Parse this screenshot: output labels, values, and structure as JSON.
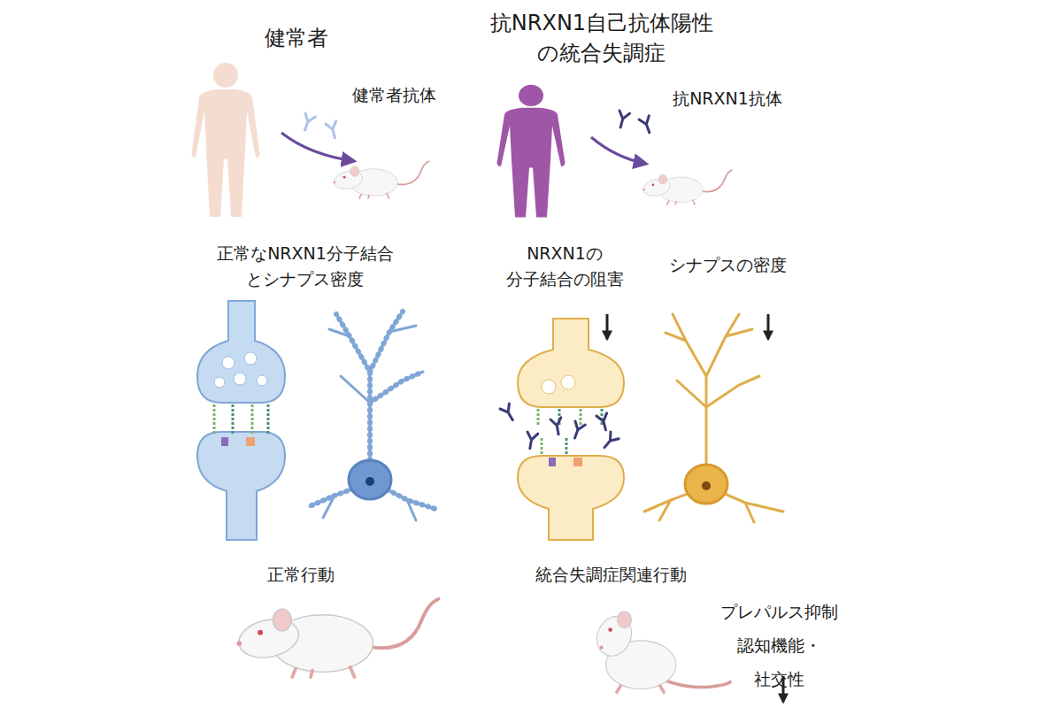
{
  "diagram": {
    "labels": [
      "健常者",
      "抗NRXN1自己抗体陽性 の統合失調症",
      "健常者抗体",
      "抗NRXN1抗体",
      "正常なNRXN1分子結合 とシナプス密度",
      "NRXN1の 分子結合の阻害",
      "シナプスの密度",
      "正常行動",
      "統合失調症関連行動",
      "プレパルス抑制 認知機能・社交性"
    ]
  }
}
